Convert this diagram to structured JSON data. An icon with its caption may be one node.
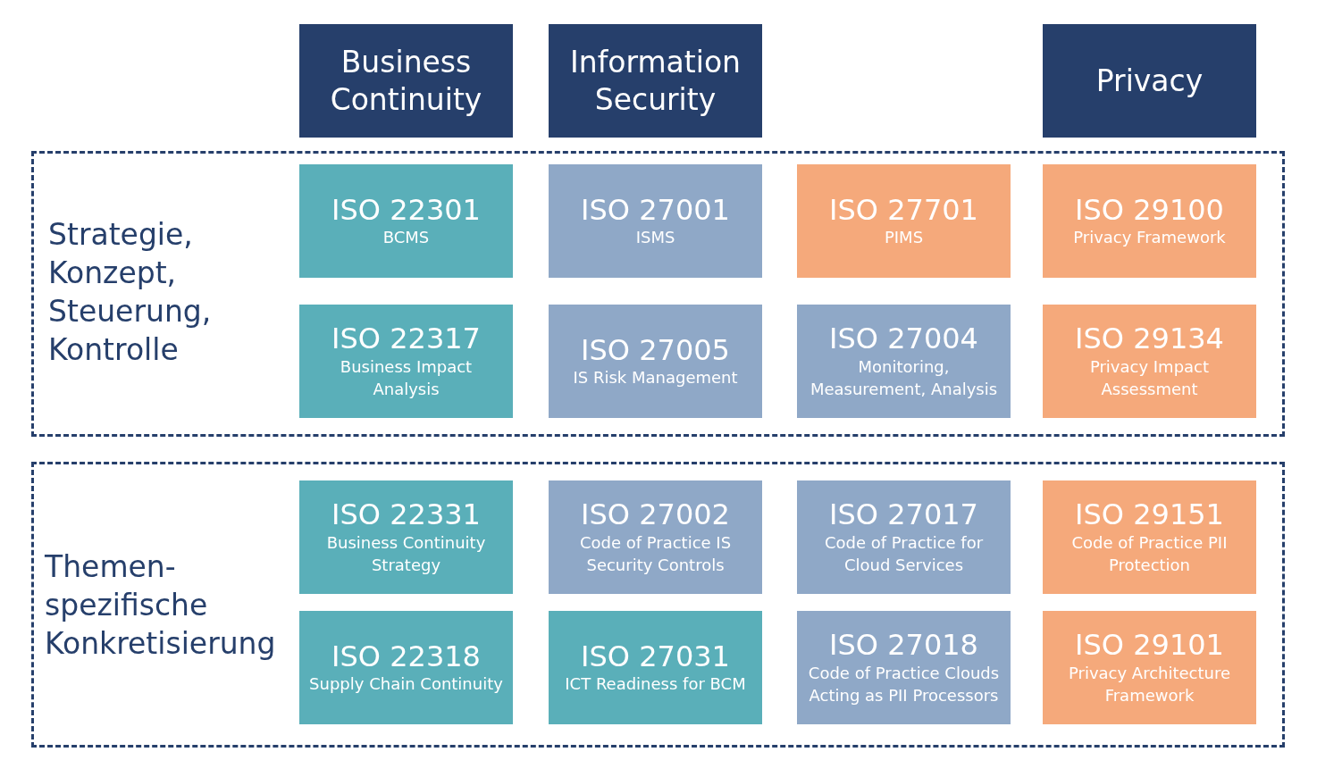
{
  "diagram": {
    "nodes": [
      {
        "text": [
          "Business Continuity"
        ]
      },
      {
        "text": [
          "Information Security"
        ]
      },
      {
        "text": [
          "Privacy"
        ]
      },
      {
        "text": [
          "Strategie, Konzept, Steuerung, Kontrolle"
        ]
      },
      {
        "text": [
          "ISO 22301",
          "BCMS"
        ],
        "in": 3
      },
      {
        "text": [
          "ISO 27001",
          "ISMS"
        ],
        "in": 3
      },
      {
        "text": [
          "ISO 27701",
          "PIMS"
        ],
        "in": 3
      },
      {
        "text": [
          "ISO 29100",
          "Privacy Framework"
        ],
        "in": 3
      },
      {
        "text": [
          "ISO 22317",
          "Business Impact Analysis"
        ],
        "in": 3
      },
      {
        "text": [
          "ISO 27005",
          "IS Risk Management"
        ],
        "in": 3
      },
      {
        "text": [
          "ISO 27004",
          "Monitoring, Measurement, Analysis"
        ],
        "in": 3
      },
      {
        "text": [
          "ISO 29134",
          "Privacy Impact Assessment"
        ],
        "in": 3
      },
      {
        "text": [
          "Themen-spezifische Konkretisierung"
        ]
      },
      {
        "text": [
          "ISO 22331",
          "Business Continuity Strategy"
        ],
        "in": 12
      },
      {
        "text": [
          "ISO 27002",
          "Code of Practice IS Security Controls"
        ],
        "in": 12
      },
      {
        "text": [
          "ISO 27017",
          "Code of Practice for Cloud Services"
        ],
        "in": 12
      },
      {
        "text": [
          "ISO 29151",
          "Code of Practice PII Protection"
        ],
        "in": 12
      },
      {
        "text": [
          "ISO 22318",
          "Supply Chain Continuity"
        ],
        "in": 12
      },
      {
        "text": [
          "ISO 27031",
          "ICT Readiness for BCM"
        ],
        "in": 12
      },
      {
        "text": [
          "ISO 27018",
          "Code of Practice Clouds Acting as PII Processors"
        ],
        "in": 12
      },
      {
        "text": [
          "ISO 29101",
          "Privacy Architecture Framework"
        ],
        "in": 12
      }
    ],
    "edges": []
  }
}
